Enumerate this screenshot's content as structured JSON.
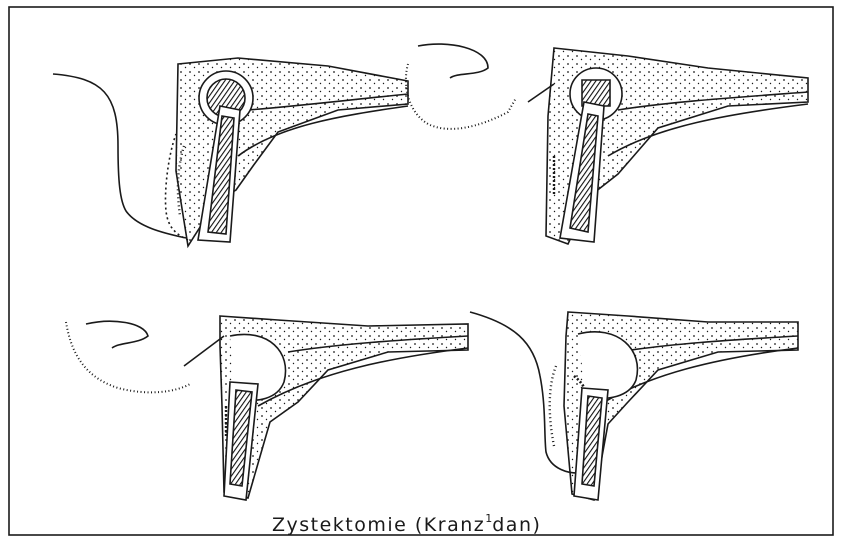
{
  "caption": {
    "main": "Zystektomie (Kranz",
    "mark": "1",
    "tail": "dan)"
  },
  "colors": {
    "ink": "#1a1a1a",
    "paper": "#ffffff",
    "hatch": "#222222"
  }
}
